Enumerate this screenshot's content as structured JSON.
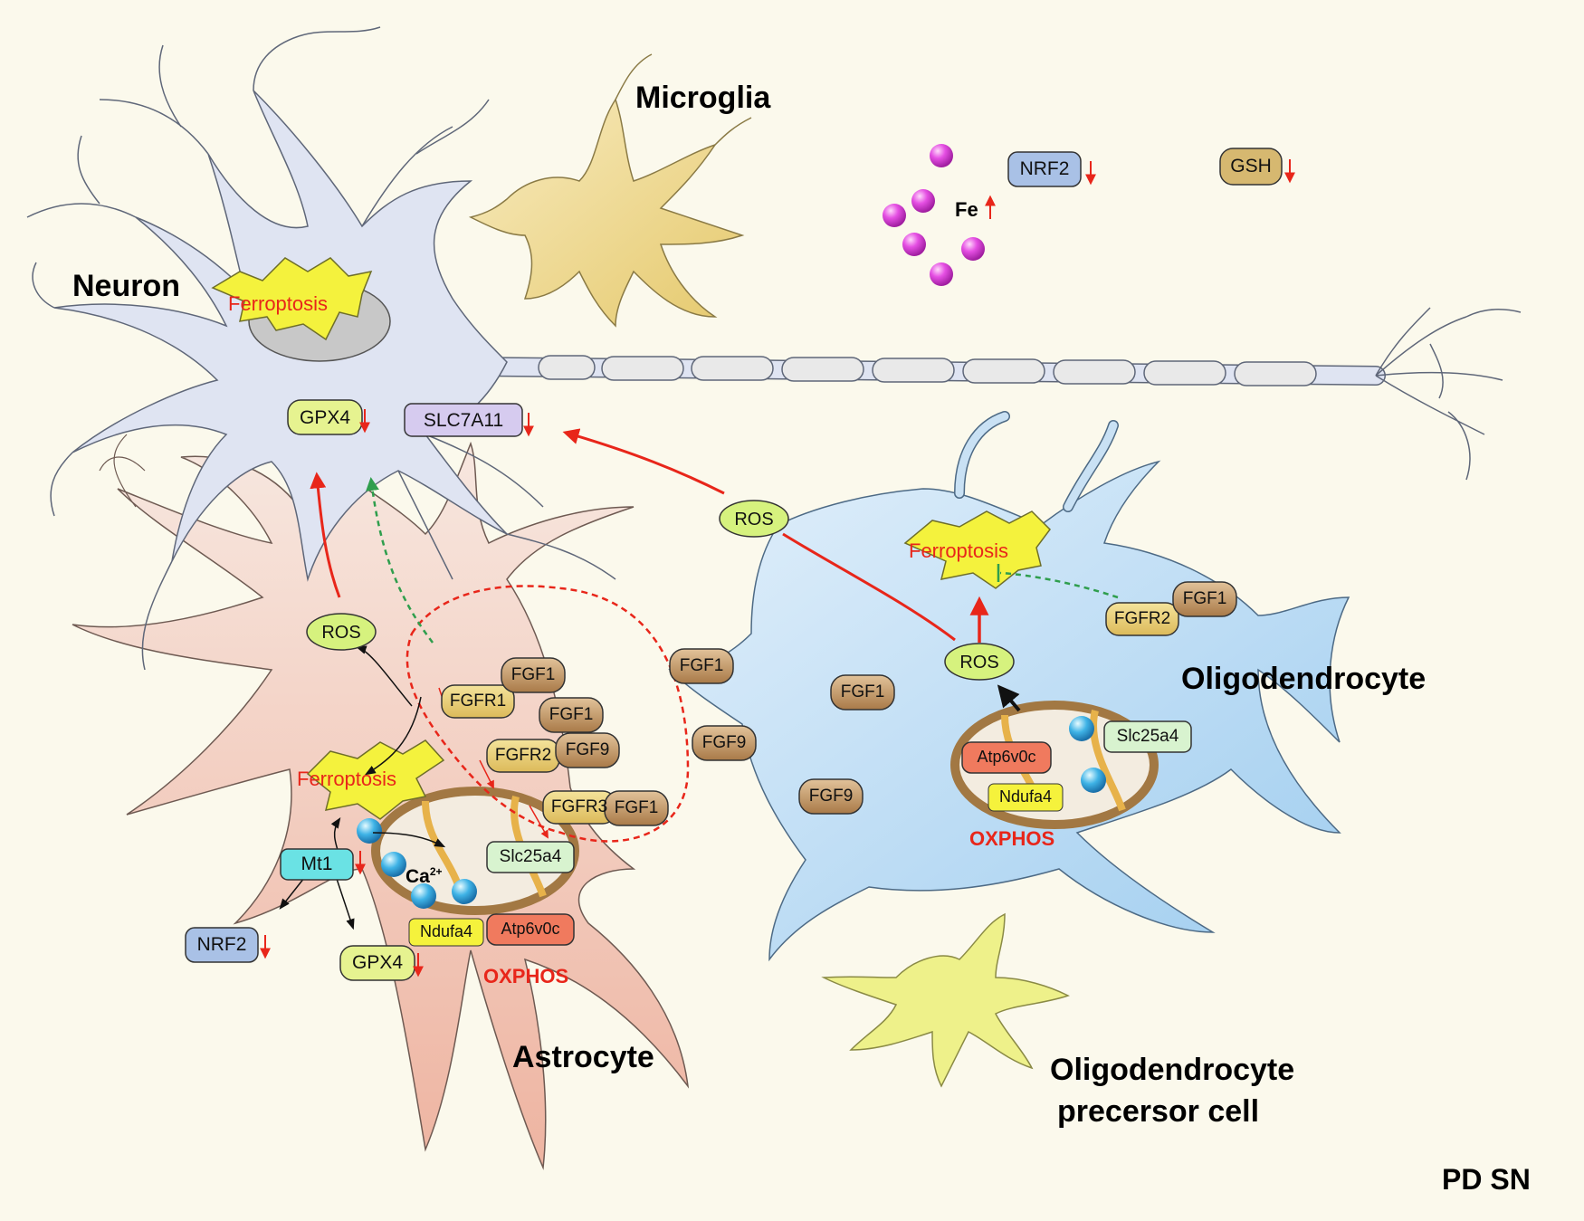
{
  "cells": {
    "neuron": "Neuron",
    "microglia": "Microglia",
    "astrocyte": "Astrocyte",
    "oligodendrocyte": "Oligodendrocyte",
    "opc_line1": "Oligodendrocyte",
    "opc_line2": "precersor cell"
  },
  "corner_label": "PD SN",
  "process_labels": {
    "ferroptosis": "Ferroptosis",
    "ros": "ROS",
    "oxphos": "OXPHOS"
  },
  "markers": {
    "fe": "Fe",
    "nrf2": "NRF2",
    "gsh": "GSH",
    "gpx4": "GPX4",
    "slc7a11": "SLC7A11",
    "mt1": "Mt1",
    "ca": "Ca",
    "ca_charge": "2+",
    "slc25a4": "Slc25a4",
    "ndufa4": "Ndufa4",
    "atp6v0c": "Atp6v0c",
    "fgf1": "FGF1",
    "fgf9": "FGF9",
    "fgfr1": "FGFR1",
    "fgfr2": "FGFR2",
    "fgfr3": "FGFR3"
  },
  "colors": {
    "background": "#fbf9ec",
    "neuron_fill": "#dfe4f2",
    "astrocyte_fill": "#f3cdbd",
    "oligodendrocyte_fill": "#c9e1f4",
    "microglia_fill": "#f1dc96",
    "opc_fill": "#eef18a",
    "iron_ball": "#e24fe0",
    "arrow_red": "#e8261a",
    "arrow_green": "#2f9e4d",
    "ferroptosis_star": "#f4f23d",
    "mitochondrion": "#a27843"
  }
}
